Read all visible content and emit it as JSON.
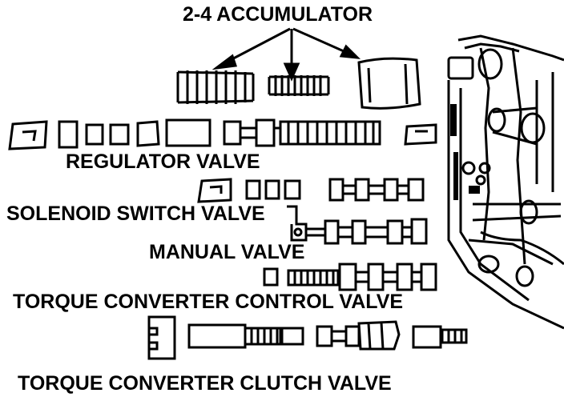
{
  "labels": {
    "accumulator": "2-4 ACCUMULATOR",
    "regulator": "REGULATOR VALVE",
    "solenoid": "SOLENOID SWITCH VALVE",
    "manual": "MANUAL VALVE",
    "tcc_control": "TORQUE CONVERTER CONTROL VALVE",
    "tcc_clutch": "TORQUE CONVERTER CLUTCH VALVE"
  },
  "colors": {
    "ink": "#000000",
    "paper": "#ffffff"
  }
}
